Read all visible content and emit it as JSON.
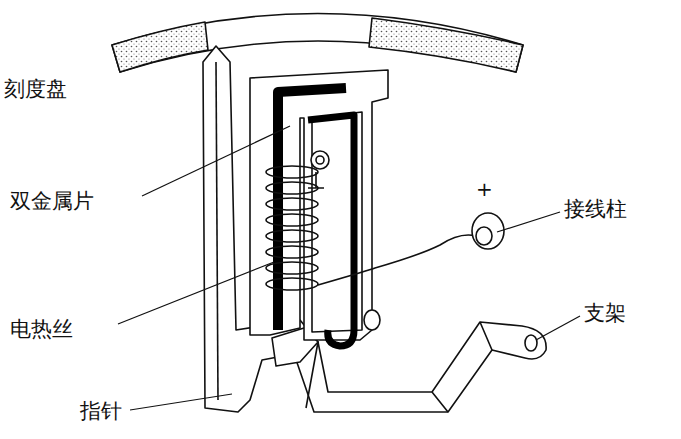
{
  "diagram": {
    "labels": [
      "刻度盘",
      "双金属片",
      "电热丝",
      "指针",
      "接线柱",
      "支架",
      "+"
    ]
  }
}
